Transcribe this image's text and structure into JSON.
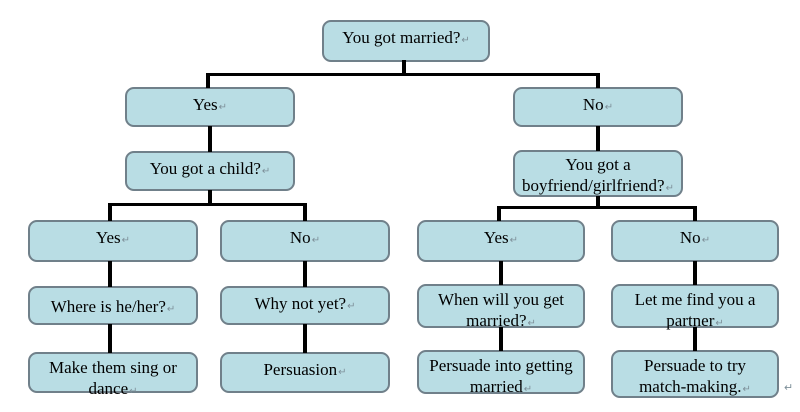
{
  "meta": {
    "paragraph_mark": "↵",
    "colors": {
      "box_fill": "#b9dde4",
      "box_border": "#70808a",
      "connector_line": "#000000",
      "background": "#ffffff"
    }
  },
  "diagram": {
    "type": "decision-tree-flowchart",
    "nodes": {
      "root": "You got married?",
      "married_yes": "Yes",
      "married_no": "No",
      "child_question": "You got a child?",
      "partner_question": "You got a boyfriend/girlfriend?",
      "child_yes": "Yes",
      "child_no": "No",
      "partner_yes": "Yes",
      "partner_no": "No",
      "where_is_child": "Where is he/her?",
      "why_not_yet": "Why not yet?",
      "when_marry": "When will you get married?",
      "find_partner": "Let me find you a partner",
      "sing_or_dance": "Make them sing or dance",
      "persuasion": "Persuasion",
      "persuade_marry": "Persuade into getting married",
      "persuade_matchmaking": "Persuade to try match-making."
    },
    "edges": [
      [
        "root",
        "married_yes"
      ],
      [
        "root",
        "married_no"
      ],
      [
        "married_yes",
        "child_question"
      ],
      [
        "married_no",
        "partner_question"
      ],
      [
        "child_question",
        "child_yes"
      ],
      [
        "child_question",
        "child_no"
      ],
      [
        "partner_question",
        "partner_yes"
      ],
      [
        "partner_question",
        "partner_no"
      ],
      [
        "child_yes",
        "where_is_child"
      ],
      [
        "child_no",
        "why_not_yet"
      ],
      [
        "partner_yes",
        "when_marry"
      ],
      [
        "partner_no",
        "find_partner"
      ],
      [
        "where_is_child",
        "sing_or_dance"
      ],
      [
        "why_not_yet",
        "persuasion"
      ],
      [
        "when_marry",
        "persuade_marry"
      ],
      [
        "find_partner",
        "persuade_matchmaking"
      ]
    ]
  }
}
